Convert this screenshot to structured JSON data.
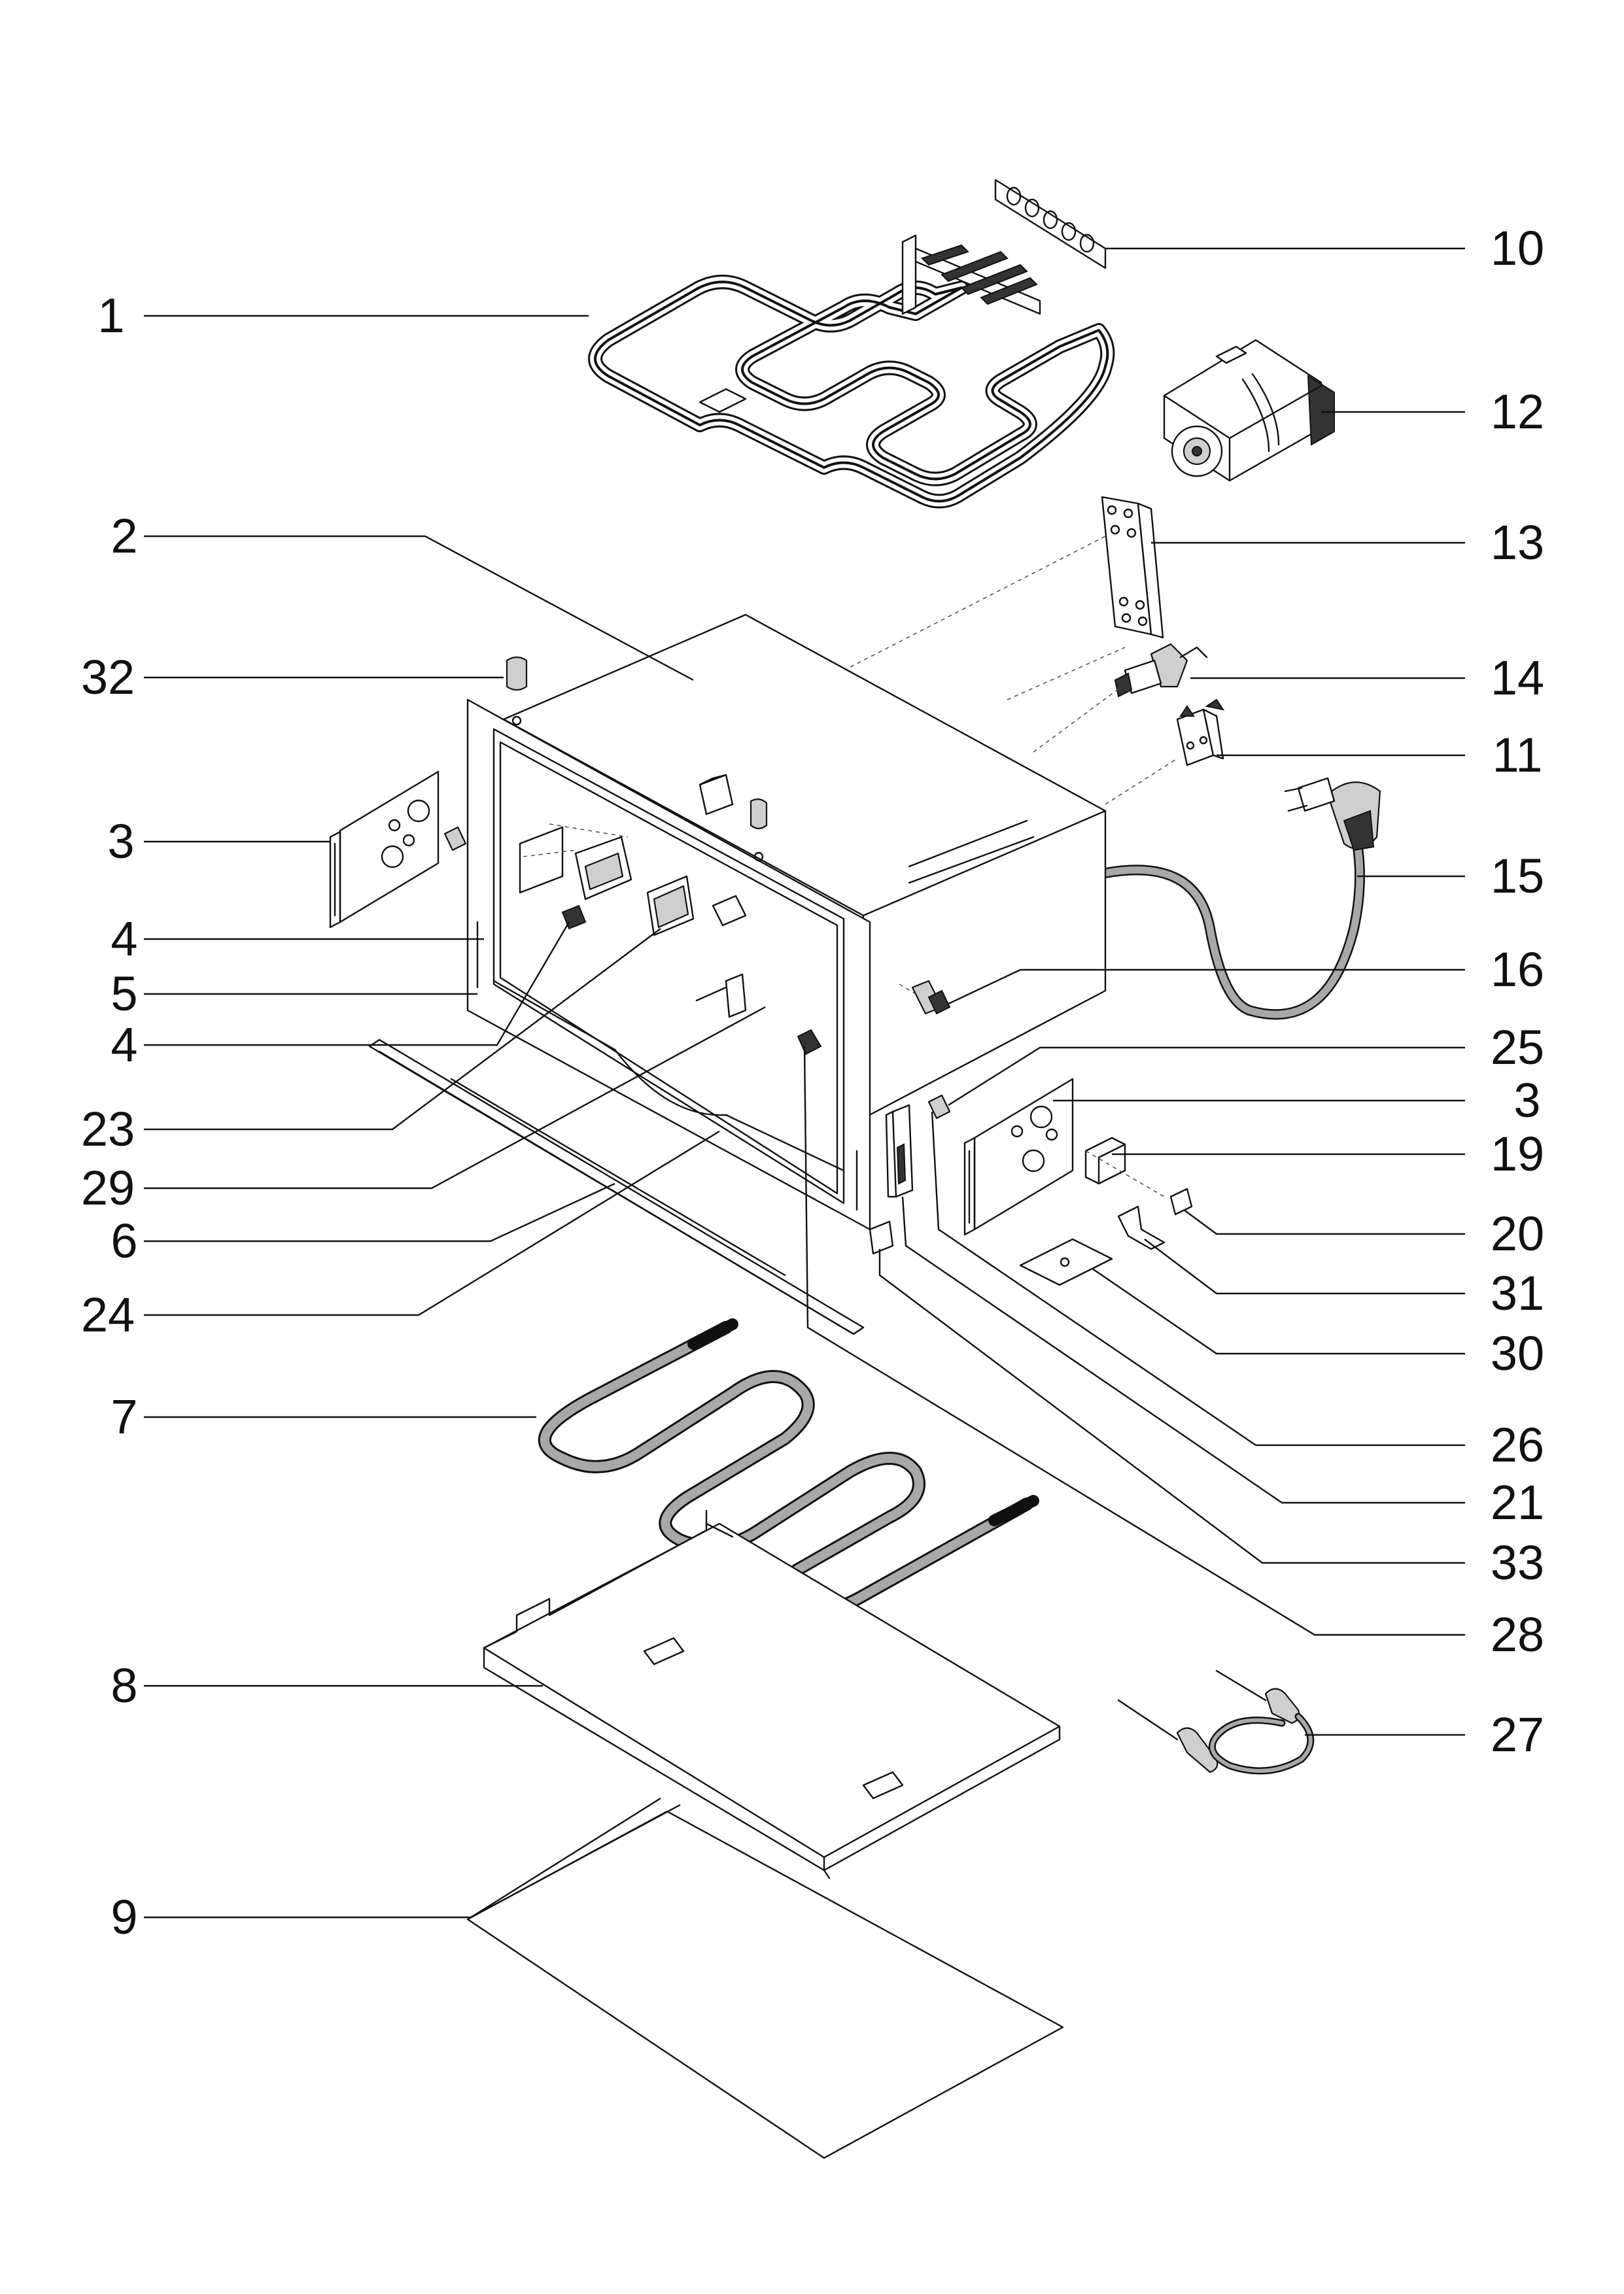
{
  "callouts": {
    "c1": "1",
    "c2": "2",
    "c32": "32",
    "c3_left": "3",
    "c4_upper": "4",
    "c5": "5",
    "c4_lower": "4",
    "c23": "23",
    "c29": "29",
    "c6": "6",
    "c24": "24",
    "c7": "7",
    "c8": "8",
    "c9": "9",
    "c10": "10",
    "c12": "12",
    "c13": "13",
    "c14": "14",
    "c11": "11",
    "c15": "15",
    "c16": "16",
    "c25": "25",
    "c3_right": "3",
    "c19": "19",
    "c20": "20",
    "c31": "31",
    "c30": "30",
    "c26": "26",
    "c21": "21",
    "c33": "33",
    "c28": "28",
    "c27": "27"
  }
}
